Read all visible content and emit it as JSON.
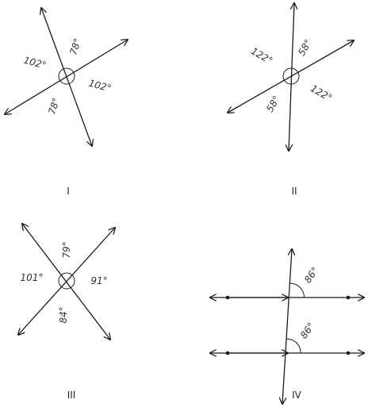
{
  "panels": {
    "p1": {
      "caption": "I",
      "angles": [
        "102°",
        "78°",
        "102°",
        "78°"
      ]
    },
    "p2": {
      "caption": "II",
      "angles": [
        "122°",
        "58°",
        "122°",
        "58°"
      ]
    },
    "p3": {
      "caption": "III",
      "angles": [
        "101°",
        "79°",
        "91°",
        "84°"
      ]
    },
    "p4": {
      "caption": "IV",
      "angles": [
        "86°",
        "86°"
      ]
    }
  }
}
